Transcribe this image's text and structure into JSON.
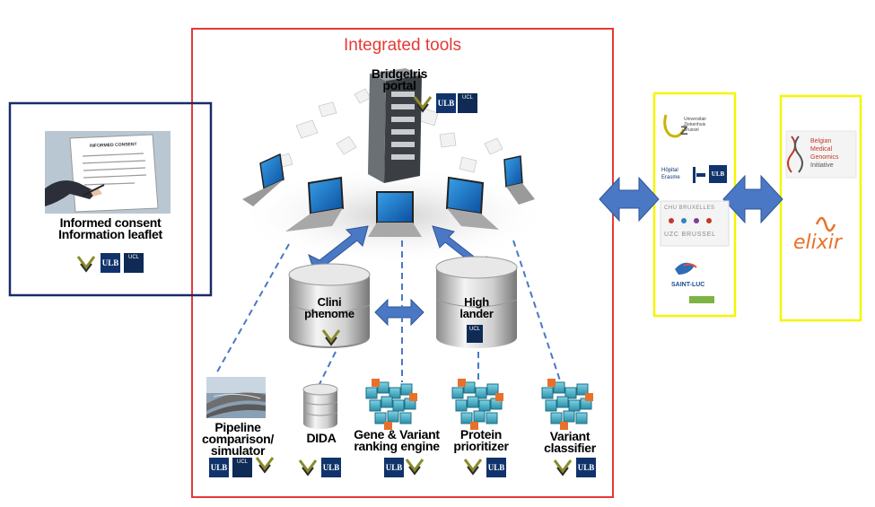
{
  "integrated": {
    "title": "Integrated tools",
    "portal": {
      "line1": "BridgeIris",
      "line2": "portal"
    },
    "clini": {
      "line1": "Clini",
      "line2": "phenome"
    },
    "high": {
      "line1": "High",
      "line2": "lander"
    }
  },
  "consent": {
    "line1": "Informed consent",
    "line2": "Information leaflet",
    "doc_title": "INFORMED CONSENT"
  },
  "tools": [
    {
      "line1": "Pipeline",
      "line2": "comparison/",
      "line3": "simulator"
    },
    {
      "line1": "DIDA"
    },
    {
      "line1": "Gene & Variant",
      "line2": "ranking engine"
    },
    {
      "line1": "Protein",
      "line2": "prioritizer"
    },
    {
      "line1": "Variant",
      "line2": "classifier"
    }
  ],
  "logos": {
    "ulb": "ULB",
    "ucl": "UCL"
  },
  "hospitals": {
    "uz_line1": "Universitair",
    "uz_line2": "Ziekenhuis",
    "uz_line3": "Brussel",
    "erasme_line1": "Hôpital",
    "erasme_line2": "Erasme",
    "chu_line1": "CHU BRUXELLES",
    "chu_line2": "UZC BRUSSEL",
    "stluc_line1": "SAINT-LUC"
  },
  "partners": {
    "bmgi_line1": "Belgian",
    "bmgi_line2": "Medical",
    "bmgi_line3": "Genomics",
    "bmgi_line4": "Initiative",
    "elixir": "elixir"
  },
  "colors": {
    "red_frame": "#e53935",
    "navy_frame": "#1a2a6c",
    "yellow_frame": "#f5f500",
    "arrow": "#4472c4",
    "dash": "#4472c4"
  }
}
